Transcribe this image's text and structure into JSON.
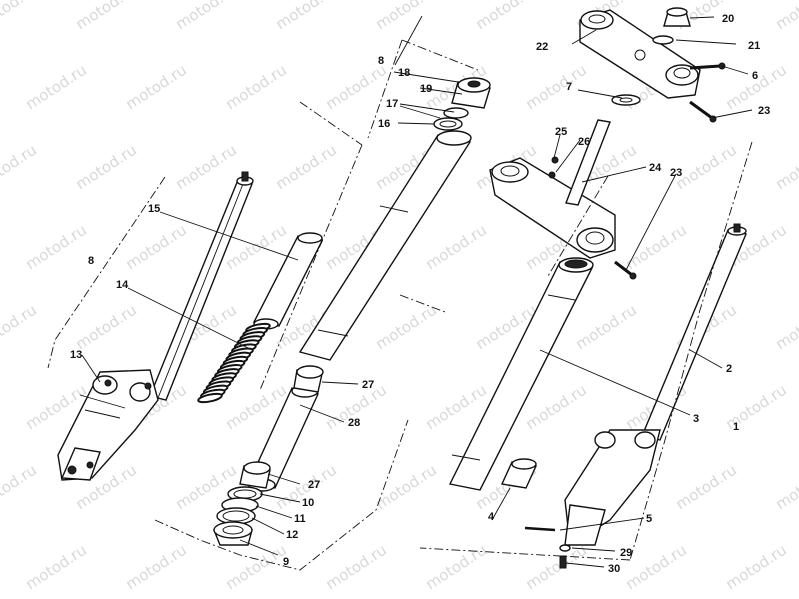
{
  "watermark": "motod.ru",
  "callouts": {
    "c1": "1",
    "c2": "2",
    "c3": "3",
    "c4": "4",
    "c5": "5",
    "c6": "6",
    "c7": "7",
    "c8a": "8",
    "c8b": "8",
    "c9": "9",
    "c10": "10",
    "c11": "11",
    "c12": "12",
    "c13": "13",
    "c14": "14",
    "c15": "15",
    "c16": "16",
    "c17": "17",
    "c18": "18",
    "c19": "19",
    "c20": "20",
    "c21": "21",
    "c22": "22",
    "c23a": "23",
    "c23b": "23",
    "c24": "24",
    "c25": "25",
    "c26": "26",
    "c27a": "27",
    "c27b": "27",
    "c28": "28",
    "c29": "29",
    "c30": "30"
  }
}
